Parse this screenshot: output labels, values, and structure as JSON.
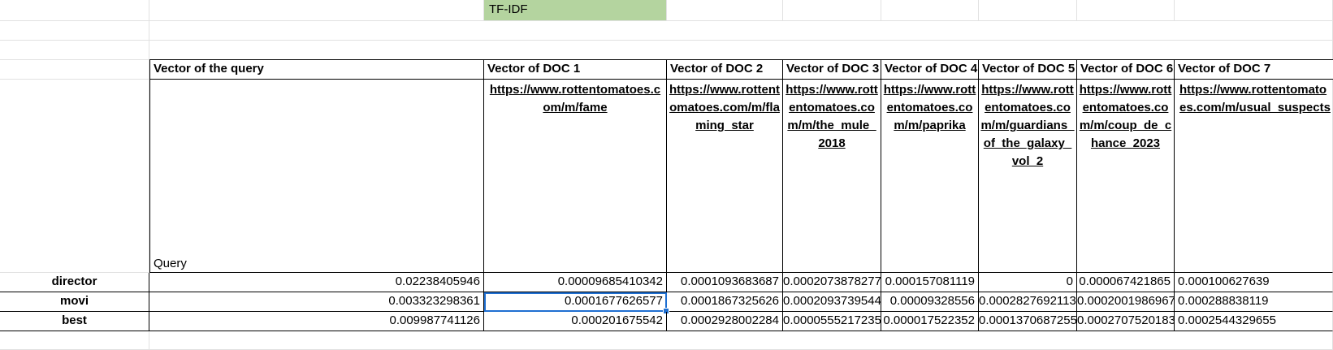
{
  "banner": {
    "tfidf_label": "TF-IDF"
  },
  "headers": {
    "query_col": "Vector of the query",
    "docs": [
      {
        "label": "Vector of DOC 1",
        "url": "https://www.rottentomatoes.com/m/fame"
      },
      {
        "label": "Vector of DOC 2",
        "url": "https://www.rottentomatoes.com/m/flaming_star"
      },
      {
        "label": "Vector of DOC 3",
        "url": "https://www.rottentomatoes.com/m/the_mule_2018"
      },
      {
        "label": "Vector of DOC 4",
        "url": "https://www.rottentomatoes.com/m/paprika"
      },
      {
        "label": "Vector of DOC 5",
        "url": "https://www.rottentomatoes.com/m/guardians_of_the_galaxy_vol_2"
      },
      {
        "label": "Vector of DOC 6",
        "url": "https://www.rottentomatoes.com/m/coup_de_chance_2023"
      },
      {
        "label": "Vector of DOC 7",
        "url": "https://www.rottentomatoes.com/m/usual_suspects"
      }
    ],
    "query_label": "Query"
  },
  "rows": [
    {
      "term": "director",
      "query": "0.02238405946",
      "docs": [
        "0.00009685410342",
        "0.0001093683687",
        "0.0002073878277",
        "0.000157081119",
        "0",
        "0.000067421865",
        "0.000100627639"
      ]
    },
    {
      "term": "movi",
      "query": "0.003323298361",
      "docs": [
        "0.0001677626577",
        "0.0001867325626",
        "0.0002093739544",
        "0.00009328556",
        "0.0002827692113",
        "0.0002001986967",
        "0.000288838119"
      ]
    },
    {
      "term": "best",
      "query": "0.009987741126",
      "docs": [
        "0.000201675542",
        "0.0002928002284",
        "0.0000555217235",
        "0.000017522352",
        "0.0001370687255",
        "0.0002707520183",
        "0.0002544329655"
      ]
    }
  ],
  "selection": {
    "cell": "DOC 1 / movi"
  }
}
